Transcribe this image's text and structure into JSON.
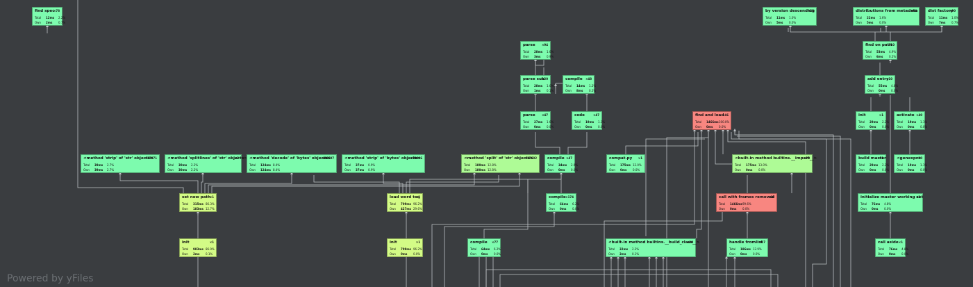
{
  "footer": {
    "powered": "Powered by yFiles"
  },
  "row_labels": {
    "total": "Total",
    "own": "Own"
  },
  "colors": {
    "green": "#7dfbae",
    "yellowgreen": "#d3fb86",
    "lightgreen": "#aefb96",
    "red": "#f88680"
  },
  "nodes": [
    {
      "id": "n0",
      "title": "find spec",
      "count": "×78",
      "total": "12ms",
      "tp": "2.2%",
      "own": "2ms",
      "op": "0.7%",
      "color": "#7dfbae"
    },
    {
      "id": "n1",
      "title": "by version descending",
      "count": "×22",
      "total": "11ms",
      "tp": "1.0%",
      "own": "5ms",
      "op": "0.0%",
      "color": "#7dfbae"
    },
    {
      "id": "n2",
      "title": "distributions from metadata",
      "count": "×94",
      "total": "22ms",
      "tp": "1.6%",
      "own": "5ms",
      "op": "0.0%",
      "color": "#7dfbae"
    },
    {
      "id": "n3",
      "title": "dist factory",
      "count": "×90",
      "total": "11ms",
      "tp": "1.0%",
      "own": "7ms",
      "op": "0.7%",
      "color": "#7dfbae"
    },
    {
      "id": "n4",
      "title": "parse",
      "count": "×94",
      "total": "28ms",
      "tp": "1.6%",
      "own": "3ms",
      "op": "0.9%",
      "color": "#7dfbae"
    },
    {
      "id": "n5",
      "title": "find on path",
      "count": "×10",
      "total": "53ms",
      "tp": "4.9%",
      "own": "6ms",
      "op": "0.2%",
      "color": "#7dfbae"
    },
    {
      "id": "n6",
      "title": "parse sub",
      "count": "×20",
      "total": "28ms",
      "tp": "1.6%",
      "own": "1ms",
      "op": "0.1%",
      "color": "#7dfbae"
    },
    {
      "id": "n7",
      "title": "compile",
      "count": "×48",
      "total": "14ms",
      "tp": "1.2%",
      "own": "8ms",
      "op": "0.2%",
      "color": "#7dfbae"
    },
    {
      "id": "n8",
      "title": "add entry",
      "count": "×10",
      "total": "55ms",
      "tp": "4.8%",
      "own": "0ms",
      "op": "0.0%",
      "color": "#7dfbae"
    },
    {
      "id": "n9",
      "title": "parse",
      "count": "×47",
      "total": "27ms",
      "tp": "1.6%",
      "own": "0ms",
      "op": "0.0%",
      "color": "#7dfbae"
    },
    {
      "id": "n10",
      "title": "code",
      "count": "×47",
      "total": "19ms",
      "tp": "1.3%",
      "own": "0ms",
      "op": "0.0%",
      "color": "#7dfbae"
    },
    {
      "id": "n11",
      "title": "find and load",
      "count": "×46",
      "total": "1466ms",
      "tp": "100.0%",
      "own": "0ms",
      "op": "0.0%",
      "color": "#f88680"
    },
    {
      "id": "n12",
      "title": "init",
      "count": "×1",
      "total": "29ms",
      "tp": "2.2%",
      "own": "0ms",
      "op": "0.0%",
      "color": "#7dfbae"
    },
    {
      "id": "n13",
      "title": "activate",
      "count": "×40",
      "total": "19ms",
      "tp": "1.1%",
      "own": "0ms",
      "op": "0.0%",
      "color": "#7dfbae"
    },
    {
      "id": "n14",
      "title": "<method 'strip' of 'str' objects>",
      "count": "×27071",
      "total": "39ms",
      "tp": "2.7%",
      "own": "39ms",
      "op": "2.7%",
      "color": "#7dfbae"
    },
    {
      "id": "n15",
      "title": "<method 'splitlines' of 'str' objects>",
      "count": "×2",
      "total": "30ms",
      "tp": "2.2%",
      "own": "30ms",
      "op": "2.2%",
      "color": "#7dfbae"
    },
    {
      "id": "n16",
      "title": "<method 'decode' of 'bytes' objects>",
      "count": "×40607",
      "total": "124ms",
      "tp": "8.4%",
      "own": "124ms",
      "op": "8.4%",
      "color": "#7dfbae"
    },
    {
      "id": "n17",
      "title": "<method 'strip' of 'bytes' objects>",
      "count": "×39006",
      "total": "37ms",
      "tp": "0.9%",
      "own": "37ms",
      "op": "0.9%",
      "color": "#7dfbae"
    },
    {
      "id": "n18",
      "title": "<method 'split' of 'str' objects>",
      "count": "×37602",
      "total": "180ms",
      "tp": "12.8%",
      "own": "180ms",
      "op": "12.8%",
      "color": "#aefb96"
    },
    {
      "id": "n19",
      "title": "compile",
      "count": "×47",
      "total": "34ms",
      "tp": "2.9%",
      "own": "0ms",
      "op": "0.0%",
      "color": "#7dfbae"
    },
    {
      "id": "n20",
      "title": "compat.py",
      "count": "×1",
      "total": "175ms",
      "tp": "12.0%",
      "own": "0ms",
      "op": "0.0%",
      "color": "#7dfbae"
    },
    {
      "id": "n21",
      "title": "<built-in method builtins.__import__>",
      "count": "×28",
      "total": "175ms",
      "tp": "13.0%",
      "own": "0ms",
      "op": "0.0%",
      "color": "#aefb96"
    },
    {
      "id": "n22",
      "title": "build master",
      "count": "×1",
      "total": "29ms",
      "tp": "2.2%",
      "own": "0ms",
      "op": "0.0%",
      "color": "#7dfbae"
    },
    {
      "id": "n23",
      "title": "<genexpr>",
      "count": "×40",
      "total": "19ms",
      "tp": "1.1%",
      "own": "0ms",
      "op": "0.0%",
      "color": "#7dfbae"
    },
    {
      "id": "n24",
      "title": "set new path",
      "count": "×1",
      "total": "315ms",
      "tp": "86.3%",
      "own": "183ms",
      "op": "12.7%",
      "color": "#d3fb86"
    },
    {
      "id": "n25",
      "title": "load word tsq",
      "count": "×1",
      "total": "709ms",
      "tp": "96.2%",
      "own": "427ms",
      "op": "29.6%",
      "color": "#d3fb86"
    },
    {
      "id": "n26",
      "title": "compile",
      "count": "×174",
      "total": "64ms",
      "tp": "6.2%",
      "own": "0ms",
      "op": "0.0%",
      "color": "#7dfbae"
    },
    {
      "id": "n27",
      "title": "call with frames removed",
      "count": "×60",
      "total": "1466ms",
      "tp": "99.6%",
      "own": "0ms",
      "op": "0.0%",
      "color": "#f88680"
    },
    {
      "id": "n28",
      "title": "initialize master working set",
      "count": "×1",
      "total": "76ms",
      "tp": "4.8%",
      "own": "0ms",
      "op": "0.0%",
      "color": "#7dfbae"
    },
    {
      "id": "n29",
      "title": "init",
      "count": "×1",
      "total": "983ms",
      "tp": "86.9%",
      "own": "2ms",
      "op": "0.1%",
      "color": "#d3fb86"
    },
    {
      "id": "n30",
      "title": "init",
      "count": "×1",
      "total": "709ms",
      "tp": "96.2%",
      "own": "0ms",
      "op": "0.0%",
      "color": "#d3fb86"
    },
    {
      "id": "n31",
      "title": "compile",
      "count": "×77",
      "total": "64ms",
      "tp": "6.2%",
      "own": "0ms",
      "op": "0.0%",
      "color": "#7dfbae"
    },
    {
      "id": "n32",
      "title": "<built-in method builtins.__build_class__>",
      "count": "×28",
      "total": "32ms",
      "tp": "2.2%",
      "own": "2ms",
      "op": "0.1%",
      "color": "#7dfbae"
    },
    {
      "id": "n33",
      "title": "handle fromlist",
      "count": "×17",
      "total": "186ms",
      "tp": "12.9%",
      "own": "0ms",
      "op": "0.0%",
      "color": "#7dfbae"
    },
    {
      "id": "n34",
      "title": "call aside",
      "count": "×1",
      "total": "76ms",
      "tp": "4.8%",
      "own": "0ms",
      "op": "0.0%",
      "color": "#7dfbae"
    }
  ]
}
